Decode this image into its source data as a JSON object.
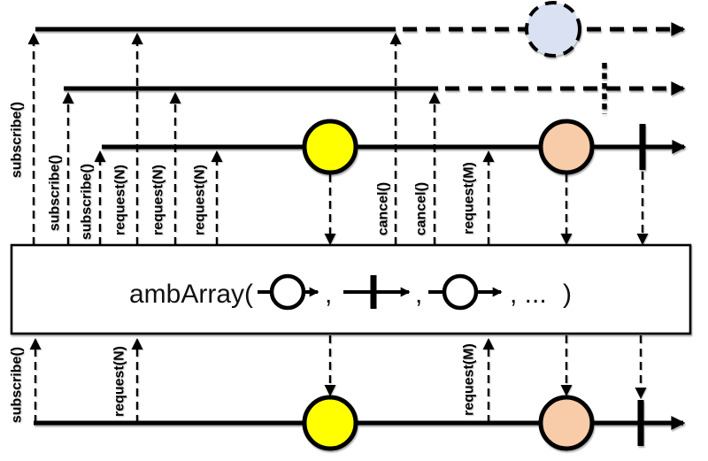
{
  "labels": {
    "subscribe": "subscribe()",
    "request_n": "request(N)",
    "request_m": "request(M)",
    "cancel": "cancel()"
  },
  "operator_box": {
    "label": "ambArray(",
    "comma": ",",
    "ellipsis": ", ...",
    "close": ")"
  },
  "colors": {
    "request_label": "#00A0E3",
    "yellow_marble": "#FFFF00",
    "peach_marble": "#F8CCA8",
    "pending_marble": "#D9E1F2",
    "line": "#000000",
    "box_fill": "#FFFFFF"
  }
}
